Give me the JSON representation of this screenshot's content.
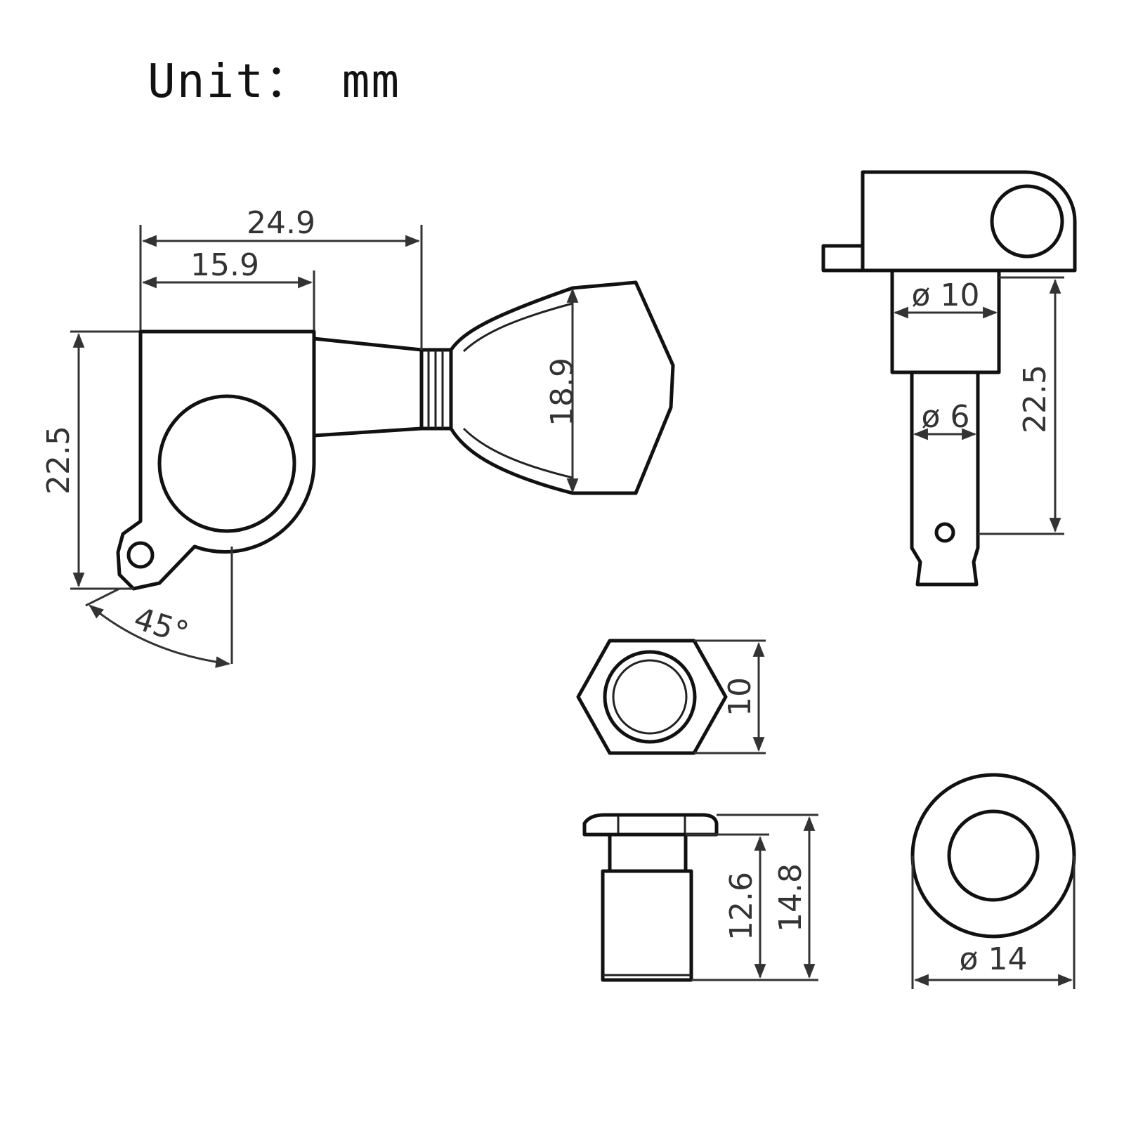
{
  "title": "Unit： mm",
  "dimensions": {
    "side_width_total": "24.9",
    "side_width_housing": "15.9",
    "side_height": "22.5",
    "button_height": "18.9",
    "angle": "45°",
    "post_diameter_top": "ø 10",
    "post_diameter": "ø 6",
    "post_height": "22.5",
    "nut_size": "10",
    "bushing_height_inner": "12.6",
    "bushing_height_total": "14.8",
    "washer_diameter": "ø 14"
  }
}
